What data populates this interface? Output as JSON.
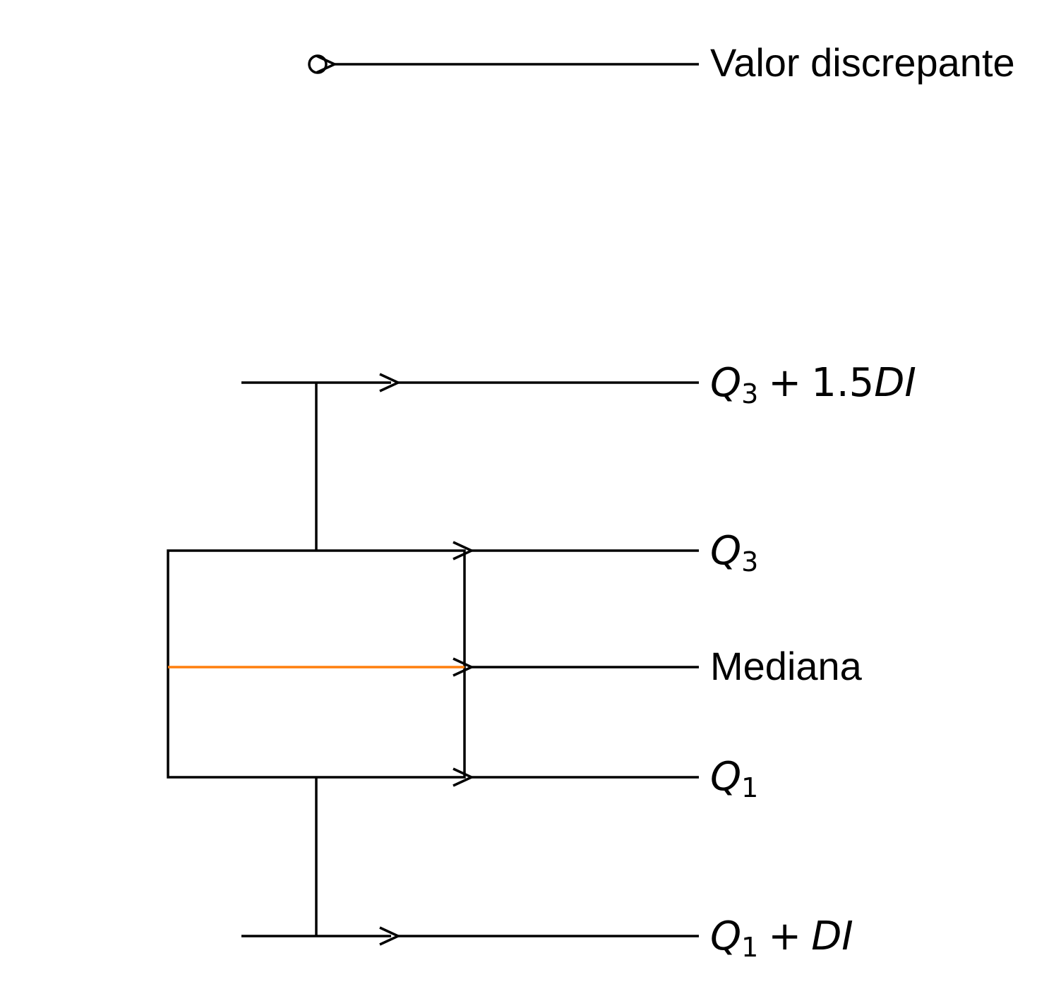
{
  "colors": {
    "stroke": "#000000",
    "median": "#ff7f0e",
    "background": "#ffffff"
  },
  "labels": {
    "outlier": "Valor discrepante",
    "upper_whisker": {
      "q": "Q",
      "q_sub": "3",
      "op": "+",
      "coef": "1.5",
      "term": "DI"
    },
    "q3": {
      "q": "Q",
      "q_sub": "3"
    },
    "median": "Mediana",
    "q1": {
      "q": "Q",
      "q_sub": "1"
    },
    "lower_whisker": {
      "q": "Q",
      "q_sub": "1",
      "op": "+",
      "term": "DI"
    }
  }
}
